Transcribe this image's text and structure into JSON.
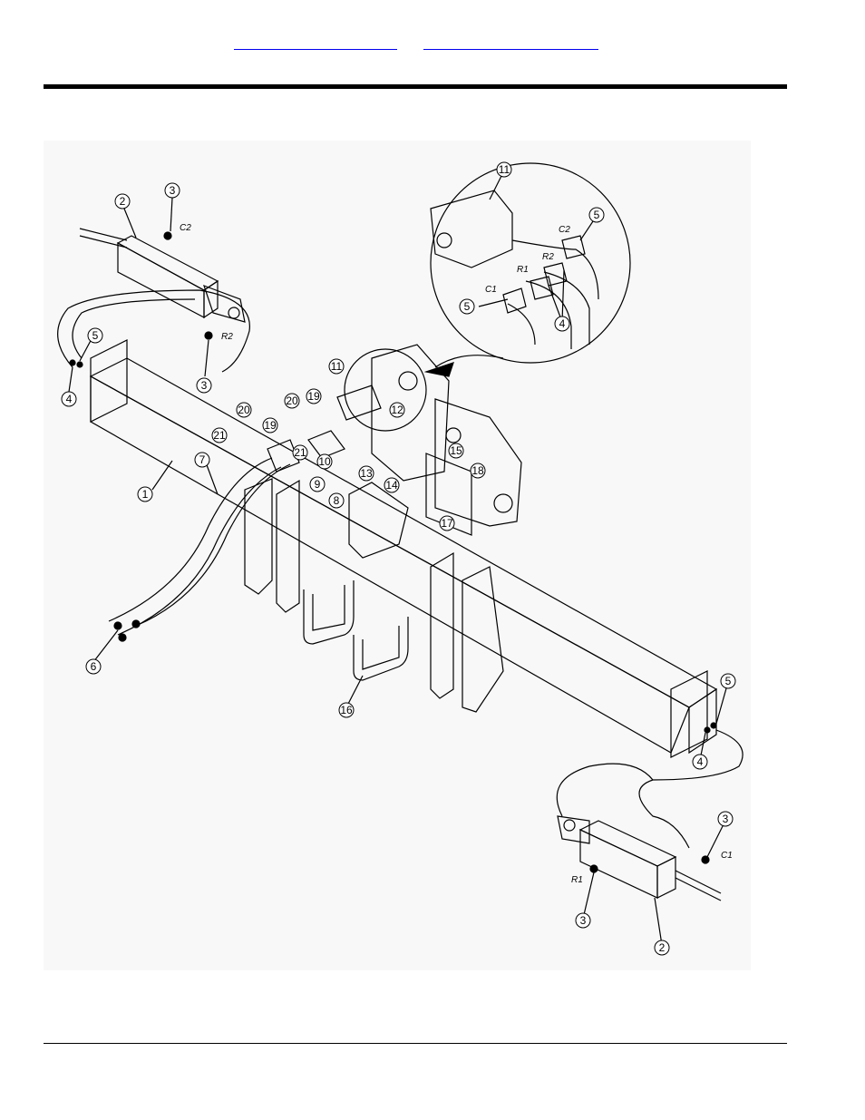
{
  "header": {
    "links": [
      {
        "label": ""
      },
      {
        "label": ""
      }
    ]
  },
  "diagram": {
    "port_labels": {
      "c2_top": "C2",
      "r2_top": "R2",
      "c2_detail": "C2",
      "r2_detail": "R2",
      "r1_detail": "R1",
      "c1_detail": "C1",
      "r1_bottom": "R1",
      "c1_bottom": "C1"
    },
    "callouts": {
      "c1": "1",
      "c2_top": "2",
      "c2_bottom": "2",
      "c3_top_a": "3",
      "c3_top_b": "3",
      "c3_bottom_a": "3",
      "c3_bottom_b": "3",
      "c4_left": "4",
      "c4_detail": "4",
      "c4_right": "4",
      "c5_left": "5",
      "c5_detail_top": "5",
      "c5_detail_left": "5",
      "c5_right": "5",
      "c6": "6",
      "c7": "7",
      "c8": "8",
      "c9": "9",
      "c10": "10",
      "c11_detail": "11",
      "c11_main": "11",
      "c12": "12",
      "c13": "13",
      "c14": "14",
      "c15": "15",
      "c16": "16",
      "c17": "17",
      "c18": "18",
      "c19_a": "19",
      "c19_b": "19",
      "c20_a": "20",
      "c20_b": "20",
      "c21_a": "21",
      "c21_b": "21"
    }
  }
}
